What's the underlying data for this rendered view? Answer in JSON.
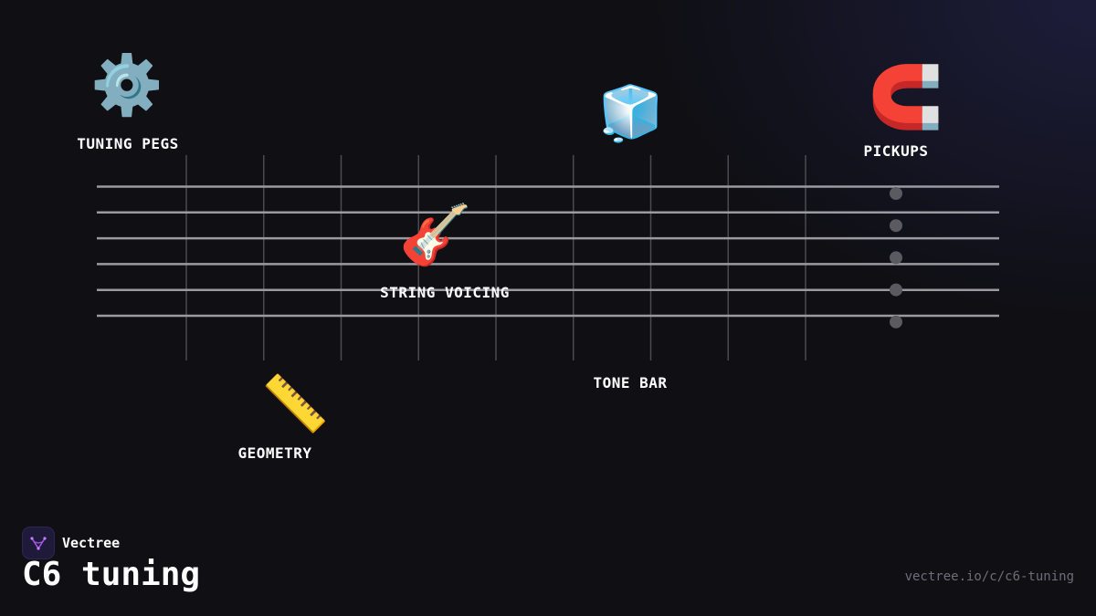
{
  "brand": {
    "name": "Vectree",
    "logo_icon": "vectree-logo-icon",
    "logo_color": "#a356e6"
  },
  "page": {
    "title": "C6 tuning",
    "url": "vectree.io/c/c6-tuning"
  },
  "diagram": {
    "nodes": [
      {
        "id": "tuning-pegs",
        "label": "TUNING PEGS",
        "icon": "⚙️",
        "icon_name": "gear-icon"
      },
      {
        "id": "geometry",
        "label": "GEOMETRY",
        "icon": "📏",
        "icon_name": "ruler-icon"
      },
      {
        "id": "string-voicing",
        "label": "STRING VOICING",
        "icon": "🎸",
        "icon_name": "guitar-icon"
      },
      {
        "id": "tone-bar",
        "label": "TONE BAR",
        "icon": "🧊",
        "icon_name": "ice-cube-icon"
      },
      {
        "id": "pickups",
        "label": "PICKUPS",
        "icon": "🧲",
        "icon_name": "magnet-icon"
      }
    ],
    "strings": 6,
    "frets": 9,
    "pickup_dots": 5,
    "colors": {
      "string": "#9a9aa0",
      "fret": "#4a4a52",
      "dot": "#5a5a60",
      "background": "#0f0f14"
    }
  }
}
